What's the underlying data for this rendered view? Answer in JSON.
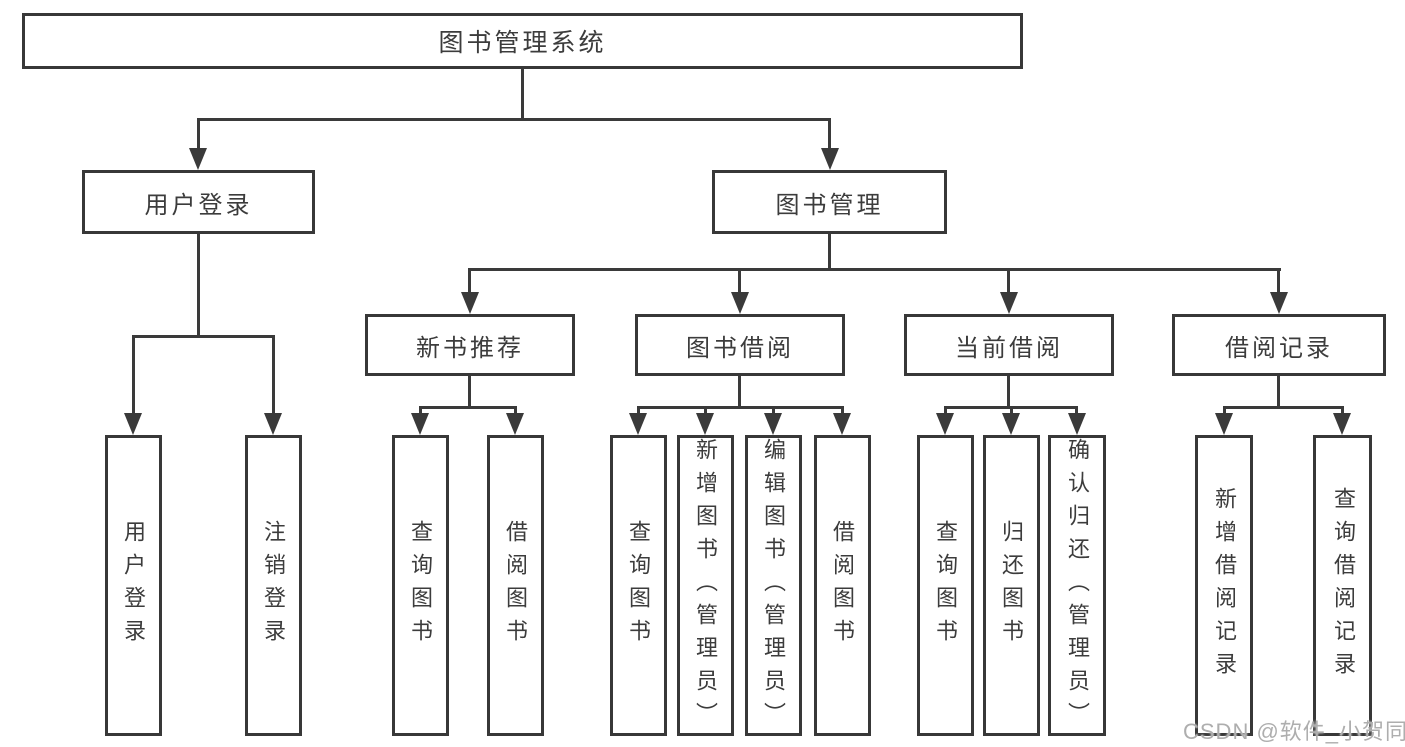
{
  "nodes": {
    "root": "图书管理系统",
    "user_login": "用户登录",
    "book_management": "图书管理",
    "new_book_recommend": "新书推荐",
    "book_borrow": "图书借阅",
    "current_borrow": "当前借阅",
    "borrow_records": "借阅记录",
    "user_login_children": [
      "用户登录",
      "注销登录"
    ],
    "new_book_children": [
      "查询图书",
      "借阅图书"
    ],
    "book_borrow_children": [
      "查询图书",
      "新增图书（管理员）",
      "编辑图书（管理员）",
      "借阅图书"
    ],
    "current_borrow_children": [
      "查询图书",
      "归还图书",
      "确认归还（管理员）"
    ],
    "borrow_records_children": [
      "新增借阅记录",
      "查询借阅记录"
    ]
  },
  "watermark": "CSDN @软件_小贺同学",
  "colors": {
    "line": "#3a3a3a",
    "text": "#3c3c3c",
    "background": "#ffffff",
    "watermark": "#aeaeae"
  }
}
